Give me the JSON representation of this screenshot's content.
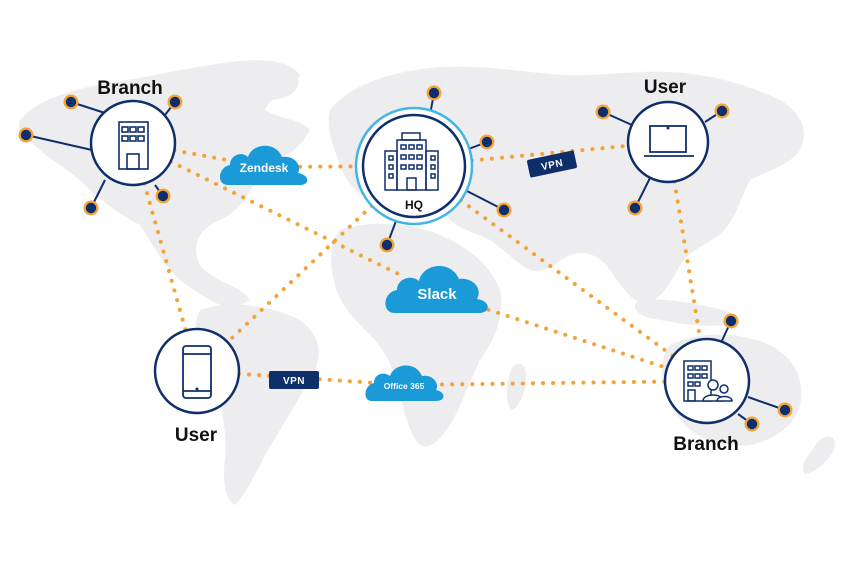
{
  "diagram": {
    "title": "Network topology over world map",
    "colors": {
      "navy": "#0f2f6b",
      "accent_blue": "#1a9ad6",
      "hq_ring": "#42b4e6",
      "link_orange": "#f3a33a",
      "map_gray": "#ededef",
      "background": "#ffffff"
    },
    "nodes": {
      "branch_nw": {
        "label": "Branch",
        "icon": "office-building-icon",
        "type": "branch"
      },
      "hq": {
        "label": "HQ",
        "icon": "headquarters-building-icon",
        "type": "headquarters"
      },
      "user_ne": {
        "label": "User",
        "icon": "laptop-icon",
        "type": "user"
      },
      "user_sw": {
        "label": "User",
        "icon": "smartphone-icon",
        "type": "user"
      },
      "branch_se": {
        "label": "Branch",
        "icon": "building-with-people-icon",
        "type": "branch"
      }
    },
    "clouds": {
      "zendesk": {
        "label": "Zendesk",
        "icon": "cloud-icon"
      },
      "slack": {
        "label": "Slack",
        "icon": "cloud-icon"
      },
      "office365": {
        "label": "Office 365",
        "icon": "cloud-icon"
      }
    },
    "vpn_badges": {
      "hq_user": {
        "label": "VPN"
      },
      "user_office": {
        "label": "VPN"
      }
    },
    "links": [
      {
        "from": "branch_nw",
        "to": "zendesk"
      },
      {
        "from": "zendesk",
        "to": "hq"
      },
      {
        "from": "branch_nw",
        "to": "slack"
      },
      {
        "from": "branch_nw",
        "to": "user_sw"
      },
      {
        "from": "hq",
        "to": "user_ne",
        "via": "VPN"
      },
      {
        "from": "hq",
        "to": "user_sw"
      },
      {
        "from": "hq",
        "to": "branch_se"
      },
      {
        "from": "slack",
        "to": "branch_se"
      },
      {
        "from": "user_ne",
        "to": "branch_se"
      },
      {
        "from": "user_sw",
        "to": "office365",
        "via": "VPN"
      },
      {
        "from": "office365",
        "to": "branch_se"
      }
    ]
  }
}
